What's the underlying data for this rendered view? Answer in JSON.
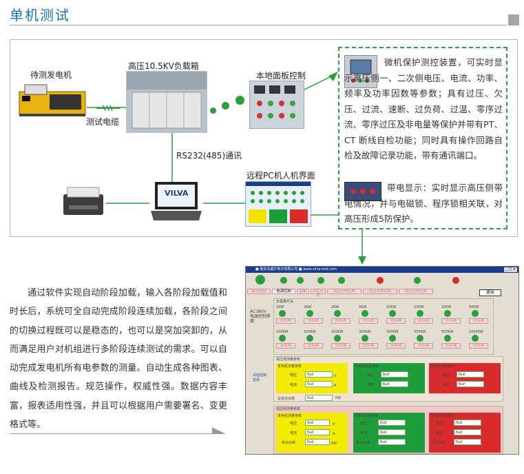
{
  "header": {
    "title": "单机测试"
  },
  "diagram": {
    "generator_label": "待测发电机",
    "cable_label": "测试电缆",
    "loadbox_label": "高压10.5KV负载箱",
    "panel_label": "本地面板控制",
    "rs232_label": "RS232(485)通讯",
    "remote_pc_label": "远程PC机人机界面",
    "laptop_brand": "VILVA",
    "protection_text": "微机保护测控装置，可实时显示高压侧一、二次侧电压、电流、功率、频率及功率因数等参数；具有过压、欠压、过流、速断、过负荷、过温、零序过流、零序过压及非电量等保护并带有PT、CT 断线自检功能；同时具有操作回路自检及故障记录功能，带有通讯端口。",
    "charge_text": "带电显示：实时显示高压侧带电情况，并与电磁锁、程序锁相关联，对高压形成5防保护。"
  },
  "description": "通过软件实现自动阶段加载，输入各阶段加载值和时长后，系统可全自动完成阶段连续加载，各阶段之间的切换过程既可以是稳态的，也可以是突加突卸的，从而满足用户对机组进行多阶段连续测试的需求。可以自动完成发电机所有电参数的测量。自动生成各种图表、曲线及检测报告。规范操作，权威性强。数据内容丰富，报表适用性强，并且可以根据用户需要署名、变更格式等。",
  "software": {
    "title": "■ 南京北威尔电子有限公司    ■ www.vilva-test.com",
    "window_buttons": "_ □ ×",
    "toolbar": [
      "启停控制",
      "电源控制",
      "加载",
      "高压分闸",
      "高压分闸控制",
      "低压合闸控制",
      "低压分闸控制"
    ],
    "exit_label": "退出",
    "ac_label": "AC380V 电源控制界面",
    "load_group_title": "负载量开关",
    "load_row1": [
      "1KW",
      "2KW",
      "2KW",
      "5KW",
      "10KW",
      "10KW",
      "20KW",
      "50KW"
    ],
    "load_row2": [
      "100KW",
      "100KW",
      "200KW",
      "300KW",
      "300KW",
      "500KW",
      "500KW",
      "1000KW"
    ],
    "load_btn_label": "分合闸",
    "side_label": "试验控制选择",
    "hv_title": "高压侧测量参数",
    "hv_sub": "发电机测量参数",
    "hv_labels": {
      "voltage": "电压",
      "current": "电流",
      "voltage_unit": "V",
      "current_unit": "A"
    },
    "hv_null": "Null",
    "active_power_label": "总有功功率",
    "active_power_unit": "KW",
    "lv_title": "低压侧测量参数",
    "lv_sub": "发电机测量参数",
    "lv_labels": {
      "voltage": "电压",
      "current": "电流",
      "power": "有功功率",
      "voltage_unit": "V",
      "current_unit": "A",
      "power_unit": "KW"
    },
    "lv_null": "Null"
  },
  "colors": {
    "title": "#1e6fb8",
    "dashed_border": "#2e9e4a",
    "green_led": "#2c9e3c",
    "red_led": "#d92b2b"
  }
}
